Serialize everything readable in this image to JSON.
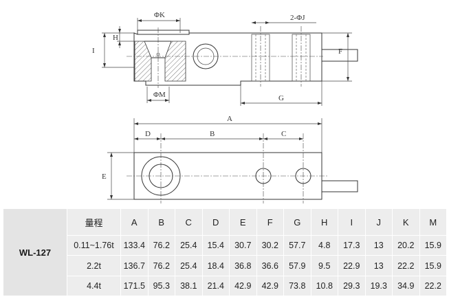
{
  "drawing": {
    "labels": {
      "phiK": "ΦK",
      "phiJ": "2-ΦJ",
      "phiM": "ΦM",
      "H": "H",
      "I": "I",
      "F": "F",
      "G": "G",
      "A": "A",
      "B": "B",
      "C": "C",
      "D": "D",
      "E": "E"
    }
  },
  "table": {
    "model": "WL-127",
    "headers": [
      "量程",
      "A",
      "B",
      "C",
      "D",
      "E",
      "F",
      "G",
      "H",
      "I",
      "J",
      "K",
      "M"
    ],
    "rows": [
      [
        "0.11~1.76t",
        "133.4",
        "76.2",
        "25.4",
        "15.4",
        "30.7",
        "30.2",
        "57.7",
        "4.8",
        "17.3",
        "13",
        "20.2",
        "15.9"
      ],
      [
        "2.2t",
        "136.7",
        "76.2",
        "25.4",
        "18.4",
        "36.8",
        "36.6",
        "57.9",
        "9.5",
        "22.9",
        "13",
        "22.2",
        "15.9"
      ],
      [
        "4.4t",
        "171.5",
        "95.3",
        "38.1",
        "21.4",
        "42.9",
        "42.9",
        "73.8",
        "10.8",
        "29.3",
        "19.3",
        "34.9",
        "22.2"
      ]
    ]
  }
}
